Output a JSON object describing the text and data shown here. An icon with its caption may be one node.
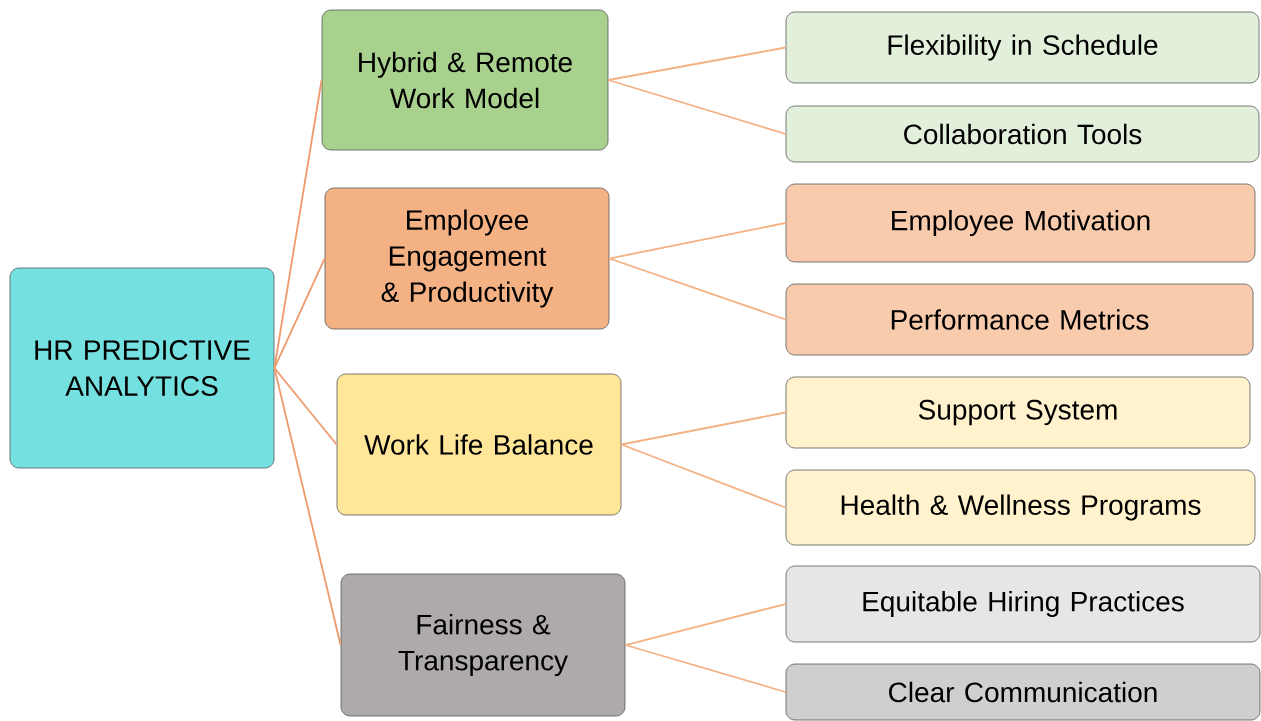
{
  "diagram": {
    "nodes": [
      {
        "text": [
          "HR PREDICTIVE ANALYTICS"
        ]
      },
      {
        "text": [
          "Hybrid & Remote Work Model"
        ]
      },
      {
        "text": [
          "Employee Engagement & Productivity"
        ]
      },
      {
        "text": [
          "Work Life Balance"
        ]
      },
      {
        "text": [
          "Fairness & Transparency"
        ]
      },
      {
        "text": [
          "Flexibility in Schedule"
        ]
      },
      {
        "text": [
          "Collaboration Tools"
        ]
      },
      {
        "text": [
          "Employee Motivation"
        ]
      },
      {
        "text": [
          "Performance Metrics"
        ]
      },
      {
        "text": [
          "Support System"
        ]
      },
      {
        "text": [
          "Health & Wellness Programs"
        ]
      },
      {
        "text": [
          "Equitable Hiring Practices"
        ]
      },
      {
        "text": [
          "Clear Communication"
        ]
      }
    ],
    "edges": [
      {
        "from": 0,
        "to": 1,
        "arrow": "none",
        "color": "#ee9a6c"
      },
      {
        "from": 0,
        "to": 2,
        "arrow": "none",
        "color": "#ee9a6c"
      },
      {
        "from": 0,
        "to": 3,
        "arrow": "none",
        "color": "#ee9a6c"
      },
      {
        "from": 0,
        "to": 4,
        "arrow": "none",
        "color": "#ee9a6c"
      },
      {
        "from": 1,
        "to": 5,
        "arrow": "none"
      },
      {
        "from": 1,
        "to": 6,
        "arrow": "none"
      },
      {
        "from": 2,
        "to": 7,
        "arrow": "none"
      },
      {
        "from": 2,
        "to": 8,
        "arrow": "none"
      },
      {
        "from": 3,
        "to": 9,
        "arrow": "none"
      },
      {
        "from": 3,
        "to": 10,
        "arrow": "none"
      },
      {
        "from": 4,
        "to": 11,
        "arrow": "none"
      },
      {
        "from": 4,
        "to": 12,
        "arrow": "none"
      }
    ]
  }
}
